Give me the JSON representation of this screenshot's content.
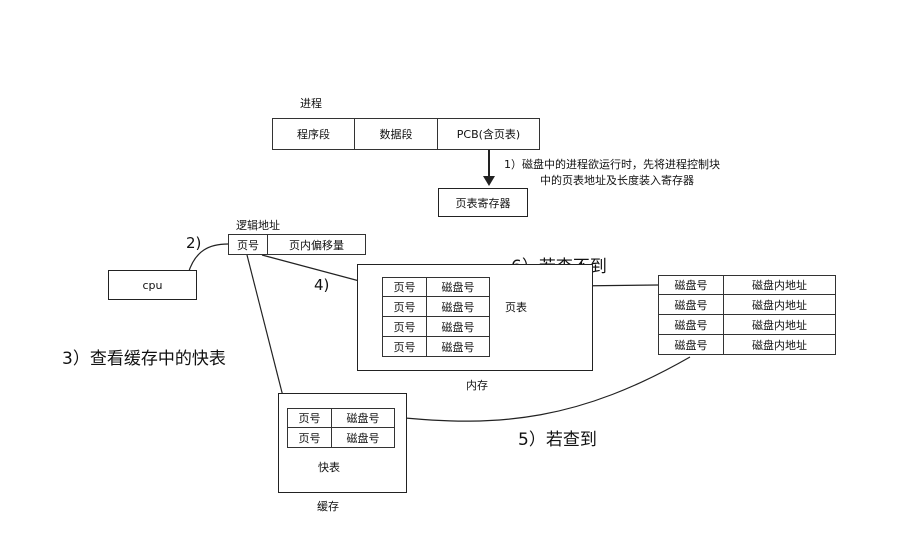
{
  "process": {
    "title": "进程",
    "segments": [
      "程序段",
      "数据段",
      "PCB(含页表)"
    ]
  },
  "step1": {
    "line1": "1）磁盘中的进程欲运行时，先将进程控制块",
    "line2": "中的页表地址及长度装入寄存器"
  },
  "page_table_register": "页表寄存器",
  "logical_address": {
    "title": "逻辑地址",
    "fields": [
      "页号",
      "页内偏移量"
    ]
  },
  "cpu": "cpu",
  "memory": {
    "label": "内存",
    "page_table_label": "页表",
    "rows": [
      [
        "页号",
        "磁盘号"
      ],
      [
        "页号",
        "磁盘号"
      ],
      [
        "页号",
        "磁盘号"
      ],
      [
        "页号",
        "磁盘号"
      ]
    ]
  },
  "disk_table": {
    "rows": [
      [
        "磁盘号",
        "磁盘内地址"
      ],
      [
        "磁盘号",
        "磁盘内地址"
      ],
      [
        "磁盘号",
        "磁盘内地址"
      ],
      [
        "磁盘号",
        "磁盘内地址"
      ]
    ]
  },
  "cache": {
    "label": "缓存",
    "tlb_label": "快表",
    "rows": [
      [
        "页号",
        "磁盘号"
      ],
      [
        "页号",
        "磁盘号"
      ]
    ]
  },
  "steps": {
    "s2": "2)",
    "s3": "3）查看缓存中的快表",
    "s4": "4)",
    "s5": "5）若查到",
    "s6": "6）若查不到"
  }
}
